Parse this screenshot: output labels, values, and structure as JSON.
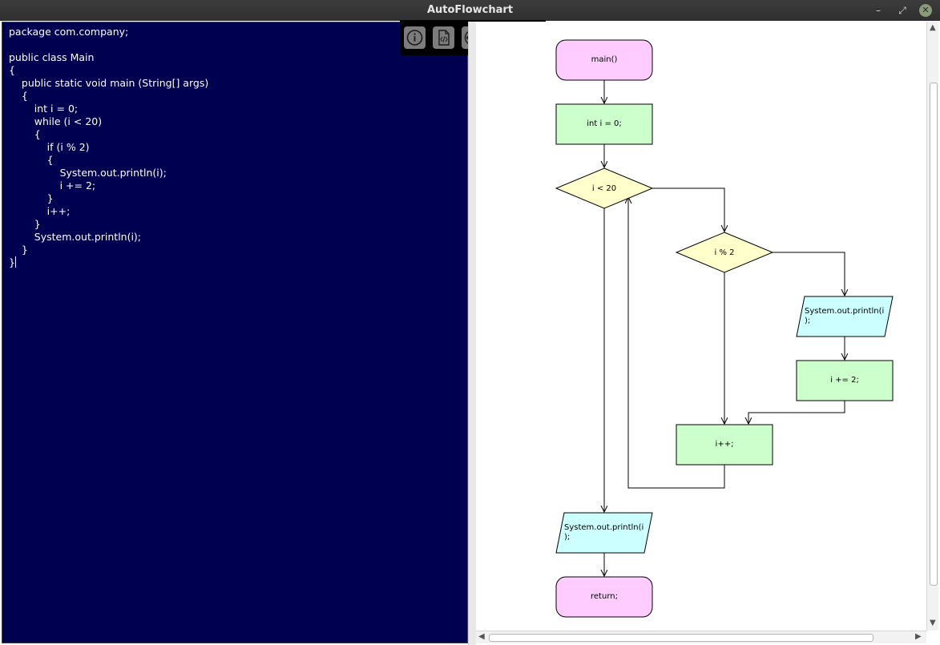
{
  "window": {
    "title": "AutoFlowchart",
    "minimize": "–",
    "restore": "⤢",
    "close": "✕"
  },
  "editor": {
    "code_lines": [
      "package com.company;",
      "",
      "public class Main",
      "{",
      "    public static void main (String[] args)",
      "    {",
      "        int i = 0;",
      "        while (i < 20)",
      "        {",
      "            if (i % 2)",
      "            {",
      "                System.out.println(i);",
      "                i += 2;",
      "            }",
      "            i++;",
      "        }",
      "        System.out.println(i);",
      "    }",
      "}"
    ]
  },
  "toolbar": {
    "buttons": [
      {
        "name": "info-button",
        "icon": "info-icon"
      },
      {
        "name": "code-file-button",
        "icon": "code-file-icon"
      },
      {
        "name": "reel-button",
        "icon": "film-reel-icon"
      },
      {
        "name": "image-file-button",
        "icon": "image-file-icon"
      },
      {
        "name": "settings-button",
        "icon": "gear-icon"
      }
    ]
  },
  "flowchart": {
    "nodes": [
      {
        "id": "main",
        "label": "main()",
        "shape": "terminal",
        "color": "#ffccff"
      },
      {
        "id": "init",
        "label": "int i = 0;",
        "shape": "process",
        "color": "#ccffcc"
      },
      {
        "id": "cond_while",
        "label": "i < 20",
        "shape": "decision",
        "color": "#ffffcc"
      },
      {
        "id": "cond_if",
        "label": "i % 2",
        "shape": "decision",
        "color": "#ffffcc"
      },
      {
        "id": "print1_a",
        "label": "System.out.println(i",
        "shape": "io",
        "color": "#ccffff"
      },
      {
        "id": "print1_b",
        "label": ");",
        "shape": "io-cont",
        "color": "#ccffff"
      },
      {
        "id": "inc2",
        "label": "i += 2;",
        "shape": "process",
        "color": "#ccffcc"
      },
      {
        "id": "inc",
        "label": "i++;",
        "shape": "process",
        "color": "#ccffcc"
      },
      {
        "id": "print2_a",
        "label": "System.out.println(i",
        "shape": "io",
        "color": "#ccffff"
      },
      {
        "id": "print2_b",
        "label": ");",
        "shape": "io-cont",
        "color": "#ccffff"
      },
      {
        "id": "ret",
        "label": "return;",
        "shape": "terminal",
        "color": "#ffccff"
      }
    ]
  },
  "colors": {
    "editor_bg": "#000050",
    "terminal": "#ffccff",
    "process": "#ccffcc",
    "decision": "#ffffcc",
    "io": "#ccffff"
  }
}
